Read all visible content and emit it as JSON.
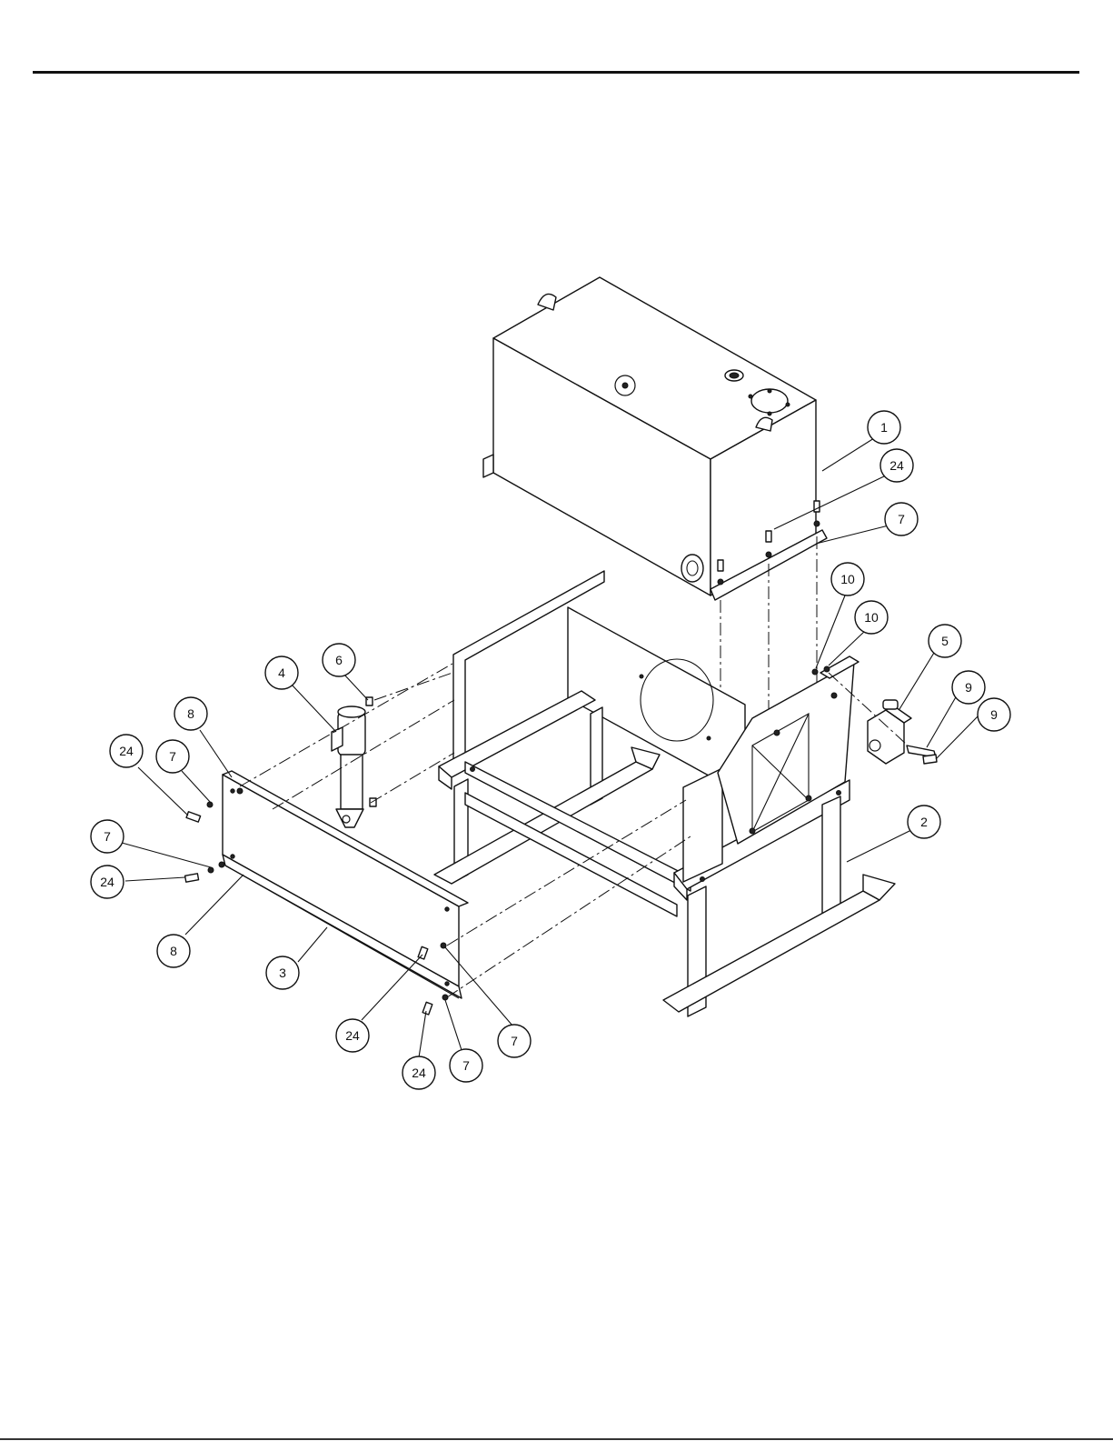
{
  "callouts": [
    {
      "id": "c1",
      "label": "1"
    },
    {
      "id": "c2",
      "label": "2"
    },
    {
      "id": "c3",
      "label": "3"
    },
    {
      "id": "c4",
      "label": "4"
    },
    {
      "id": "c5",
      "label": "5"
    },
    {
      "id": "c6",
      "label": "6"
    },
    {
      "id": "c7a",
      "label": "7"
    },
    {
      "id": "c7b",
      "label": "7"
    },
    {
      "id": "c7c",
      "label": "7"
    },
    {
      "id": "c7d",
      "label": "7"
    },
    {
      "id": "c7e",
      "label": "7"
    },
    {
      "id": "c8a",
      "label": "8"
    },
    {
      "id": "c8b",
      "label": "8"
    },
    {
      "id": "c9a",
      "label": "9"
    },
    {
      "id": "c9b",
      "label": "9"
    },
    {
      "id": "c10a",
      "label": "10"
    },
    {
      "id": "c10b",
      "label": "10"
    },
    {
      "id": "c24a",
      "label": "24"
    },
    {
      "id": "c24b",
      "label": "24"
    },
    {
      "id": "c24c",
      "label": "24"
    },
    {
      "id": "c24d",
      "label": "24"
    },
    {
      "id": "c24e",
      "label": "24"
    }
  ]
}
